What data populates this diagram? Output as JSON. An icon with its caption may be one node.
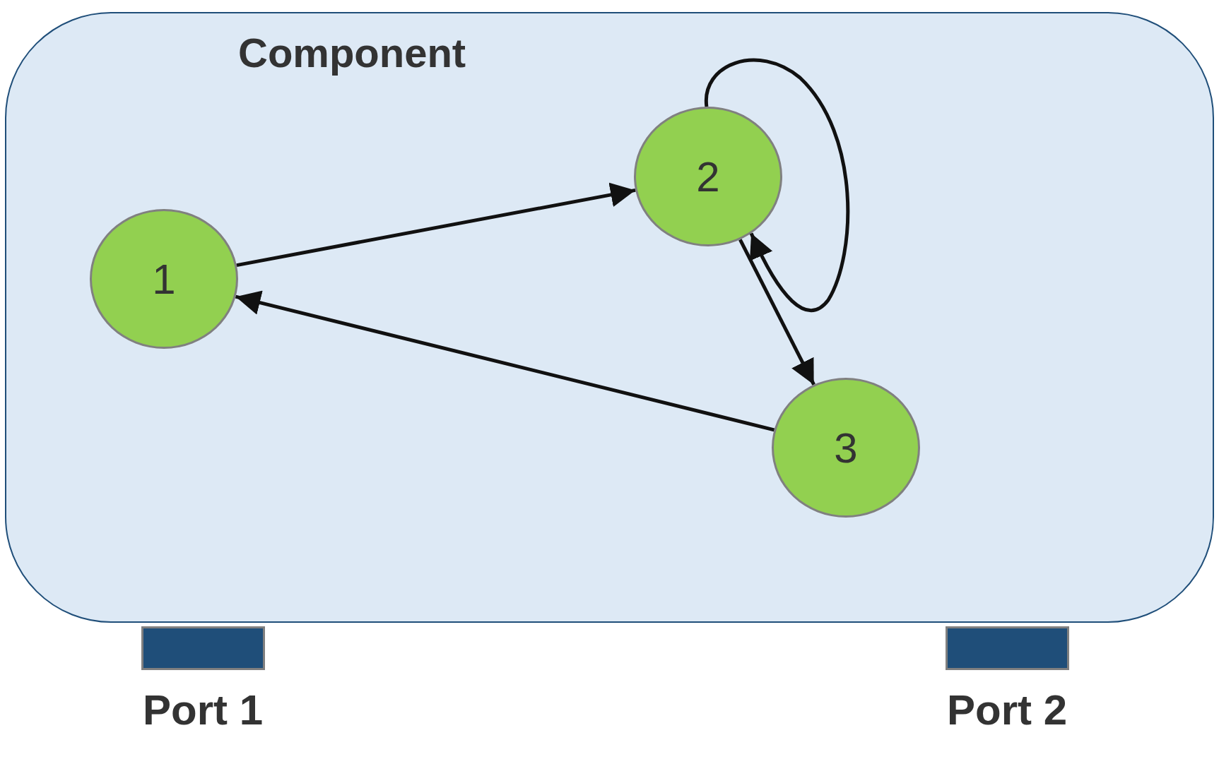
{
  "diagram": {
    "nodes": [
      {
        "text": [
          "Component"
        ]
      },
      {
        "text": [
          "1"
        ],
        "in": 0
      },
      {
        "text": [
          "2"
        ],
        "in": 0
      },
      {
        "text": [
          "3"
        ],
        "in": 0
      },
      {
        "text": [
          "Port 1"
        ]
      },
      {
        "text": [
          "Port 2"
        ]
      }
    ],
    "edges": [
      {
        "from": 1,
        "to": 2,
        "arrow": "to"
      },
      {
        "from": 2,
        "to": 2,
        "arrow": "to"
      },
      {
        "from": 2,
        "to": 3,
        "arrow": "to"
      },
      {
        "from": 3,
        "to": 1,
        "arrow": "to"
      }
    ]
  }
}
